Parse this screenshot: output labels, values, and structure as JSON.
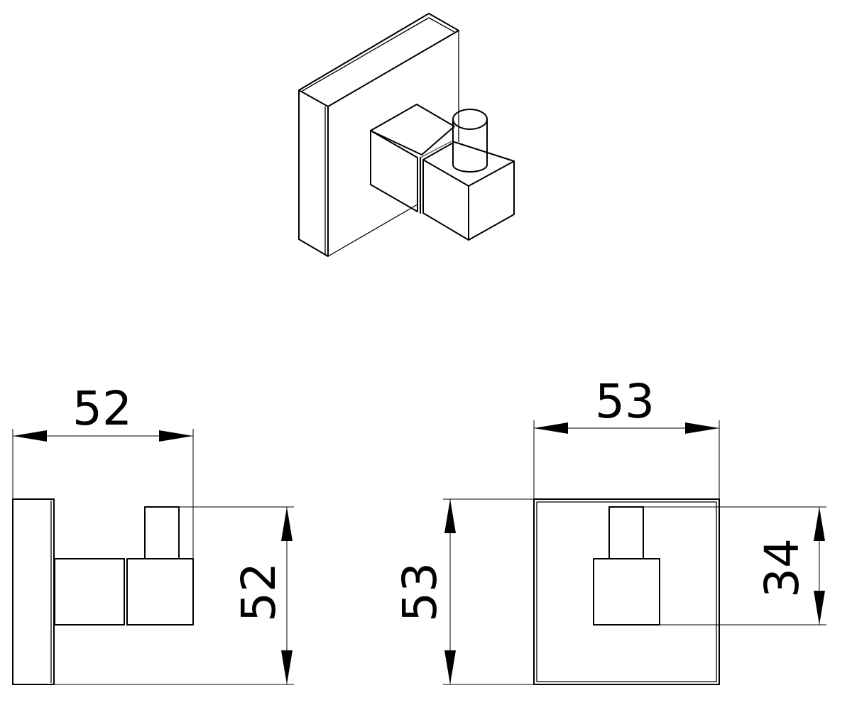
{
  "drawing": {
    "views": [
      "isometric",
      "side",
      "front"
    ],
    "dimensions": {
      "side_width": "52",
      "side_height": "52",
      "front_width": "53",
      "front_height": "53",
      "hook_height": "34"
    },
    "line_color": "#000000",
    "background": "#ffffff"
  }
}
